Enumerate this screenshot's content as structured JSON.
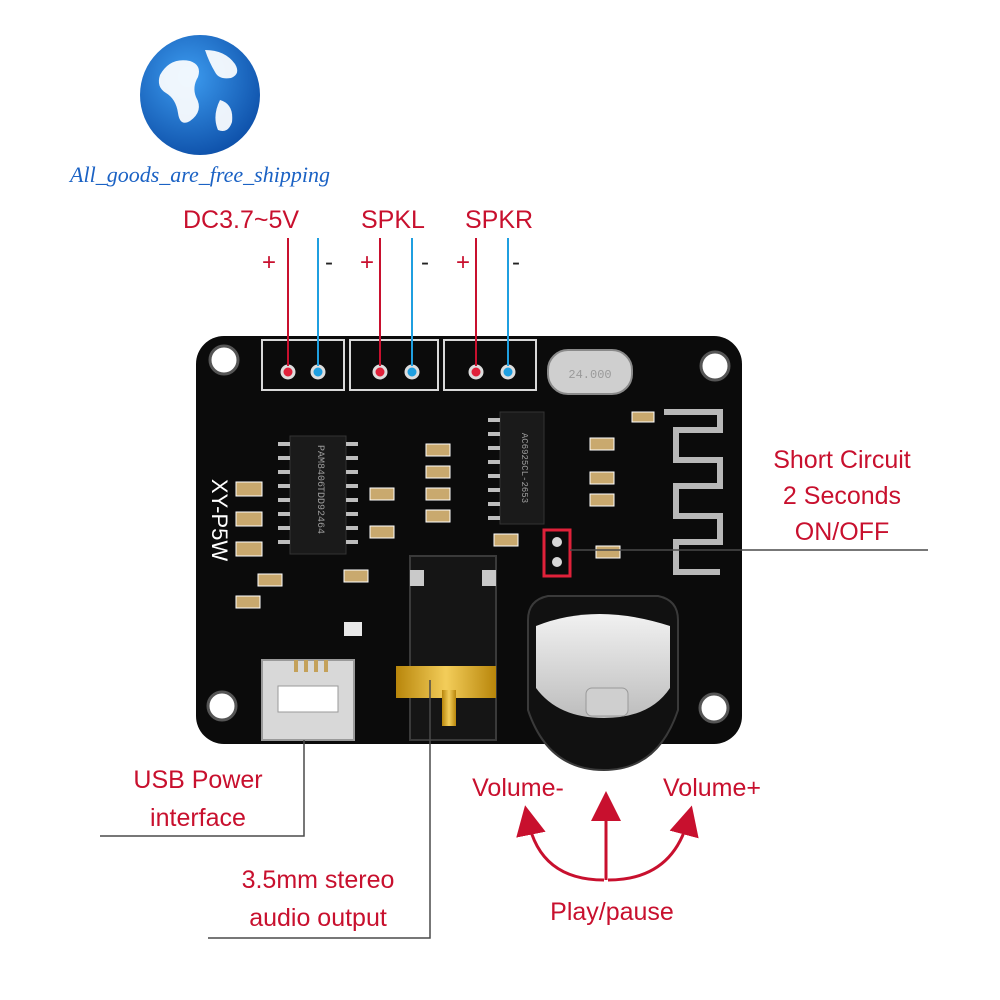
{
  "watermark": {
    "text": "All_goods_are_free_shipping"
  },
  "board": {
    "silkscreen": "XY-P5W",
    "amp_chip": [
      "PAM8406",
      "TDD92464"
    ],
    "bt_chip": "AC6925CL-2653",
    "crystal": "24.000"
  },
  "power_header": {
    "label": "DC3.7~5V",
    "plus": "+",
    "minus": "-"
  },
  "left_speaker": {
    "label": "SPKL",
    "plus": "+",
    "minus": "-"
  },
  "right_speaker": {
    "label": "SPKR",
    "plus": "+",
    "minus": "-"
  },
  "short_circuit": {
    "lines": [
      "Short Circuit",
      "2 Seconds",
      "ON/OFF"
    ]
  },
  "usb": {
    "lines": [
      "USB Power",
      "interface"
    ]
  },
  "audio_jack": {
    "lines": [
      "3.5mm stereo",
      "audio output"
    ]
  },
  "knob": {
    "volume_down": "Volume-",
    "volume_up": "Volume+",
    "play_pause": "Play/pause"
  },
  "colors": {
    "annotation": "#c8102e",
    "board": "#0b0b0b",
    "positive_pin": "#e0213a",
    "negative_pin": "#1f9fe0",
    "leader_line": "#4a4a4a",
    "globe": "#1d6fd1"
  }
}
